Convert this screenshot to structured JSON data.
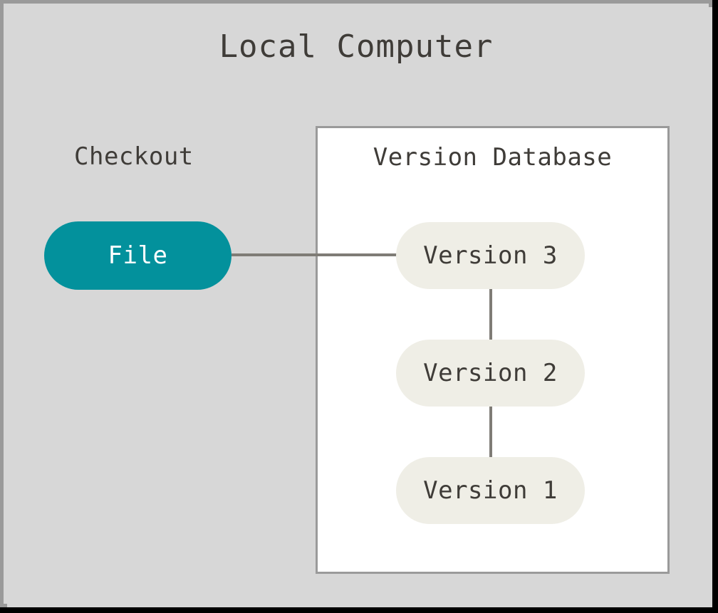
{
  "diagram": {
    "title": "Local Computer",
    "type": "version-control-local-workflow",
    "background_color": "#d7d7d7",
    "frame_color": "#9a9a9a",
    "text_color": "#3f3c38"
  },
  "checkout": {
    "label": "Checkout",
    "file_node": {
      "label": "File",
      "fill_color": "#03919c",
      "text_color": "#ffffff"
    }
  },
  "version_database": {
    "title": "Version Database",
    "panel_fill": "#ffffff",
    "panel_border": "#9a9a9a",
    "node_fill": "#efeee6",
    "versions": [
      {
        "label": "Version 3"
      },
      {
        "label": "Version 2"
      },
      {
        "label": "Version 1"
      }
    ]
  },
  "connections": {
    "line_color": "#7f7c76",
    "edges": [
      {
        "from": "File",
        "to": "Version 3"
      },
      {
        "from": "Version 3",
        "to": "Version 2"
      },
      {
        "from": "Version 2",
        "to": "Version 1"
      }
    ]
  }
}
